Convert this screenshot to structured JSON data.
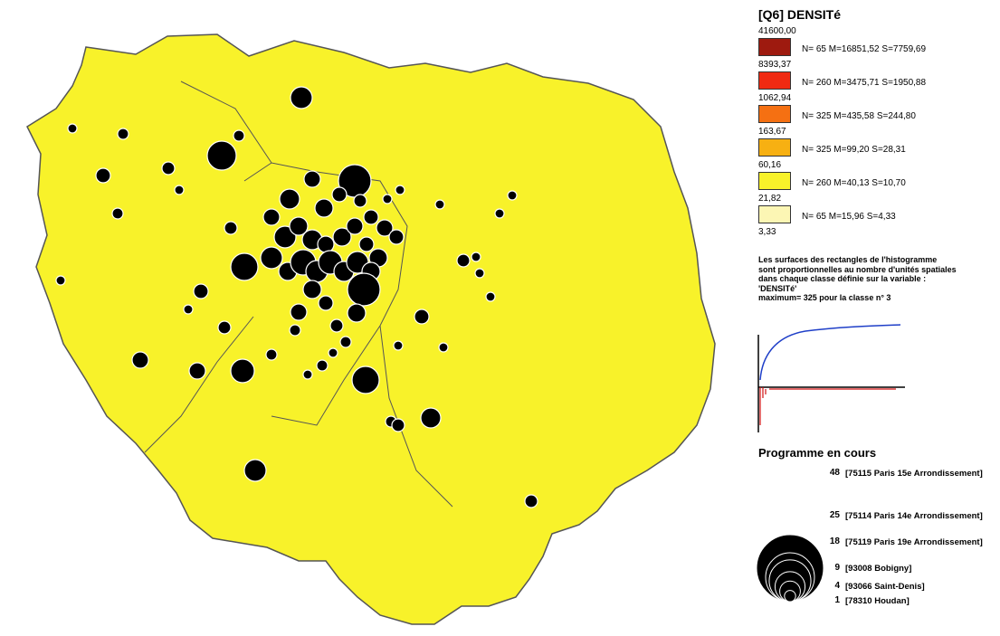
{
  "legend": {
    "title": "[Q6] DENSITé",
    "breaks": [
      "41600,00",
      "8393,37",
      "1062,94",
      "163,67",
      "60,16",
      "21,82",
      "3,33"
    ],
    "classes": [
      {
        "stats": "N= 65  M=16851,52  S=7759,69",
        "color": "#9e1a0f"
      },
      {
        "stats": "N= 260  M=3475,71  S=1950,88",
        "color": "#f02a12"
      },
      {
        "stats": "N= 325  M=435,58  S=244,80",
        "color": "#f57012"
      },
      {
        "stats": "N= 325  M=99,20  S=28,31",
        "color": "#f7b012"
      },
      {
        "stats": "N= 260  M=40,13  S=10,70",
        "color": "#f8f22a"
      },
      {
        "stats": "N= 65  M=15,96  S=4,33",
        "color": "#fcf6b4"
      }
    ],
    "note": "Les surfaces des rectangles de l'histogramme\nsont proportionnelles au nombre d'unités spatiales\ndans chaque classe définie sur la variable :\n'DENSITé'\nmaximum= 325 pour la classe n° 3"
  },
  "proportional": {
    "title": "Programme en cours",
    "items": [
      {
        "value": "48",
        "label": "[75115 Paris 15e Arrondissement]"
      },
      {
        "value": "25",
        "label": "[75114 Paris 14e Arrondissement]"
      },
      {
        "value": "18",
        "label": "[75119 Paris 19e Arrondissement]"
      },
      {
        "value": "9",
        "label": "[93008 Bobigny]"
      },
      {
        "value": "4",
        "label": "[93066 Saint-Denis]"
      },
      {
        "value": "1",
        "label": "[78310 Houdan]"
      }
    ]
  },
  "colors": {
    "outside": "#ffffff",
    "border": "#555555",
    "symbol_fill": "#000000",
    "symbol_stroke": "#ffffff",
    "curve": "#1f3fc8",
    "histogram": "#d01010"
  }
}
